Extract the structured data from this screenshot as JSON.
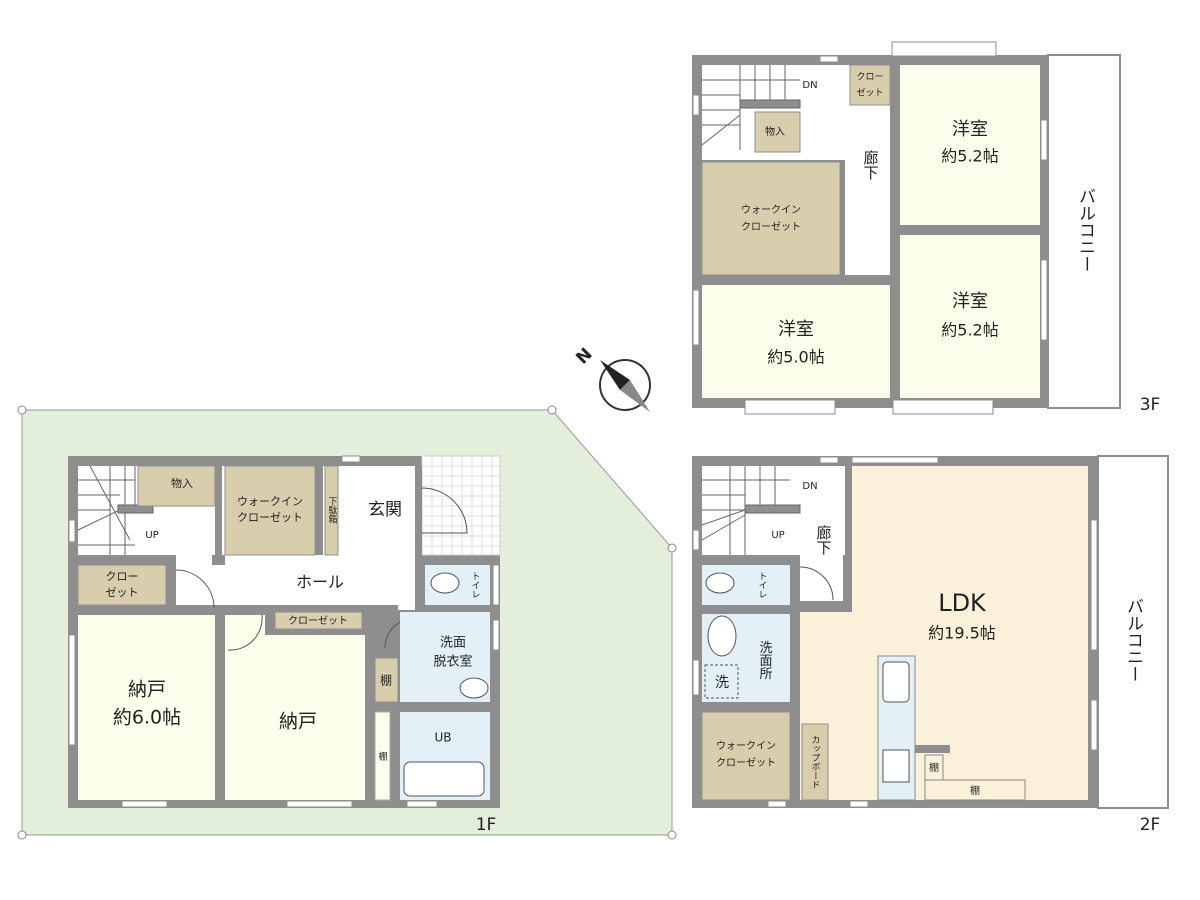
{
  "compass": {
    "north_label": "N"
  },
  "floor1": {
    "label": "1F",
    "storage": "物入",
    "up": "UP",
    "wic": [
      "ウォークイン",
      "クローゼット"
    ],
    "shoe_box": "下駄箱",
    "entrance": "玄関",
    "closet_a": [
      "クロー",
      "ゼット"
    ],
    "hall": "ホール",
    "closet_b": "クローゼット",
    "nando1": "納戸",
    "nando1_size": "約6.0帖",
    "nando2": "納戸",
    "shelf_a": "棚",
    "shelf_b": "棚",
    "toilet": "トイレ",
    "washroom": [
      "洗面",
      "脱衣室"
    ],
    "bath": "UB"
  },
  "floor2": {
    "label": "2F",
    "dn": "DN",
    "up": "UP",
    "corridor": "廊下",
    "toilet": "トイレ",
    "washroom": "洗面所",
    "washer": "洗",
    "wic": [
      "ウォークイン",
      "クローゼット"
    ],
    "cupboard": "カップボード",
    "ldk": "LDK",
    "ldk_size": "約19.5帖",
    "shelf_a": "棚",
    "shelf_b": "棚",
    "balcony": "バルコニー"
  },
  "floor3": {
    "label": "3F",
    "dn": "DN",
    "storage": "物入",
    "closet": [
      "クロー",
      "ゼット"
    ],
    "corridor": "廊下",
    "wic": [
      "ウォークイン",
      "クローゼット"
    ],
    "room1": "洋室",
    "room1_size": "約5.2帖",
    "room2": "洋室",
    "room2_size": "約5.2帖",
    "room3": "洋室",
    "room3_size": "約5.0帖",
    "balcony": "バルコニー"
  },
  "colors": {
    "lot": "#e3eedb",
    "wall": "#8e8e8e",
    "room": "#fdfdec",
    "closet": "#d8ceae",
    "wet": "#e3f0f8",
    "ldk": "#fbf0da"
  }
}
